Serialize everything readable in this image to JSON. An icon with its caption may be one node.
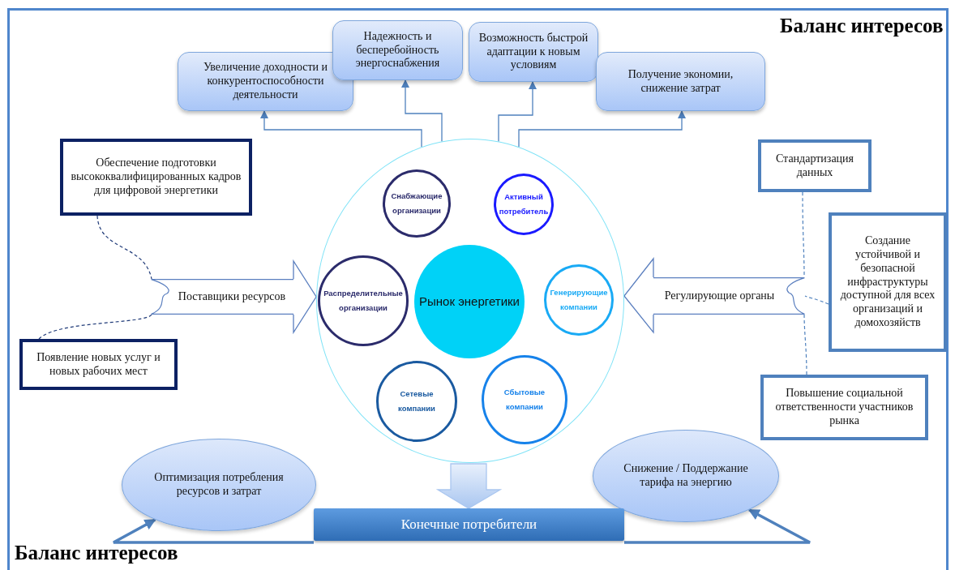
{
  "diagram": {
    "nodes": [
      {
        "text": [],
        "shape": "circle"
      },
      {
        "text": [
          "Рынок энергетики"
        ],
        "in": 0
      },
      {
        "text": [
          "Снабжающие организации"
        ],
        "in": 0
      },
      {
        "text": [
          "Активный потребитель"
        ],
        "in": 0
      },
      {
        "text": [
          "Распределительные организации"
        ],
        "in": 0
      },
      {
        "text": [
          "Генерирующие компании"
        ],
        "in": 0
      },
      {
        "text": [
          "Сетевые компании"
        ],
        "in": 0
      },
      {
        "text": [
          "Сбытовые компании"
        ],
        "in": 0
      },
      {
        "text": [
          "Увеличение доходности и конкурентоспособности деятельности"
        ]
      },
      {
        "text": [
          "Надежность и бесперебойность энергоснабжения"
        ]
      },
      {
        "text": [
          "Возможность быстрой адаптации к новым условиям"
        ]
      },
      {
        "text": [
          "Получение экономии, снижение затрат"
        ]
      },
      {
        "text": [
          "Обеспечение подготовки высококвалифицированных кадров для цифровой энергетики"
        ]
      },
      {
        "text": [
          "Поставщики ресурсов"
        ]
      },
      {
        "text": [
          "Появление новых услуг и новых рабочих мест"
        ]
      },
      {
        "text": [
          "Стандартизация данных"
        ]
      },
      {
        "text": [
          "Создание устойчивой и безопасной инфраструктуры доступной для всех организаций и домохозяйств"
        ]
      },
      {
        "text": [
          "Регулирующие органы"
        ]
      },
      {
        "text": [
          "Повышение социальной ответственности участников рынка"
        ]
      },
      {
        "text": [
          "Оптимизация потребления ресурсов и затрат"
        ]
      },
      {
        "text": [
          "Снижение / Поддержание тарифа на энергию"
        ]
      },
      {
        "text": [
          "Конечные потребители"
        ]
      }
    ],
    "edges": [
      {
        "from": 0,
        "to": 8,
        "arrow": "to"
      },
      {
        "from": 0,
        "to": 9,
        "arrow": "to"
      },
      {
        "from": 0,
        "to": 10,
        "arrow": "to"
      },
      {
        "from": 0,
        "to": 11,
        "arrow": "to"
      },
      {
        "from": 12,
        "to": 13,
        "arrow": "none",
        "style": "dashed",
        "color": "#1f3a78"
      },
      {
        "from": 14,
        "to": 13,
        "arrow": "none",
        "style": "dashed",
        "color": "#1f3a78"
      },
      {
        "from": 15,
        "to": 17,
        "arrow": "none",
        "style": "dashed"
      },
      {
        "from": 16,
        "to": 17,
        "arrow": "none",
        "style": "dashed"
      },
      {
        "from": 18,
        "to": 17,
        "arrow": "none",
        "style": "dashed"
      },
      {
        "from": 0,
        "to": 21,
        "arrow": "to",
        "style": "thick",
        "color": "#a9c6f0"
      },
      {
        "from": 21,
        "to": 19,
        "arrow": "to",
        "style": "thick"
      },
      {
        "from": 21,
        "to": 20,
        "arrow": "to",
        "style": "thick"
      },
      {
        "from": 13,
        "to": 0,
        "arrow": "to",
        "style": "thick"
      },
      {
        "from": 17,
        "to": 0,
        "arrow": "to",
        "style": "thick"
      }
    ],
    "labels": [
      "Баланс интересов",
      "Баланс интересов"
    ]
  }
}
